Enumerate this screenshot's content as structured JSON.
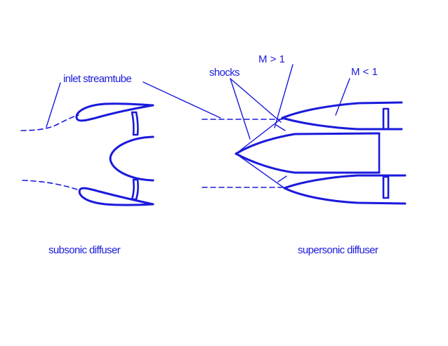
{
  "colors": {
    "line": "#1a1adc",
    "text": "#1a1adc",
    "background": "#ffffff"
  },
  "labels": {
    "inlet_streamtube": "inlet streamtube",
    "shocks": "shocks",
    "m_gt_1": "M > 1",
    "m_lt_1": "M < 1",
    "subsonic_diffuser": "subsonic diffuser",
    "supersonic_diffuser": "supersonic diffuser"
  }
}
